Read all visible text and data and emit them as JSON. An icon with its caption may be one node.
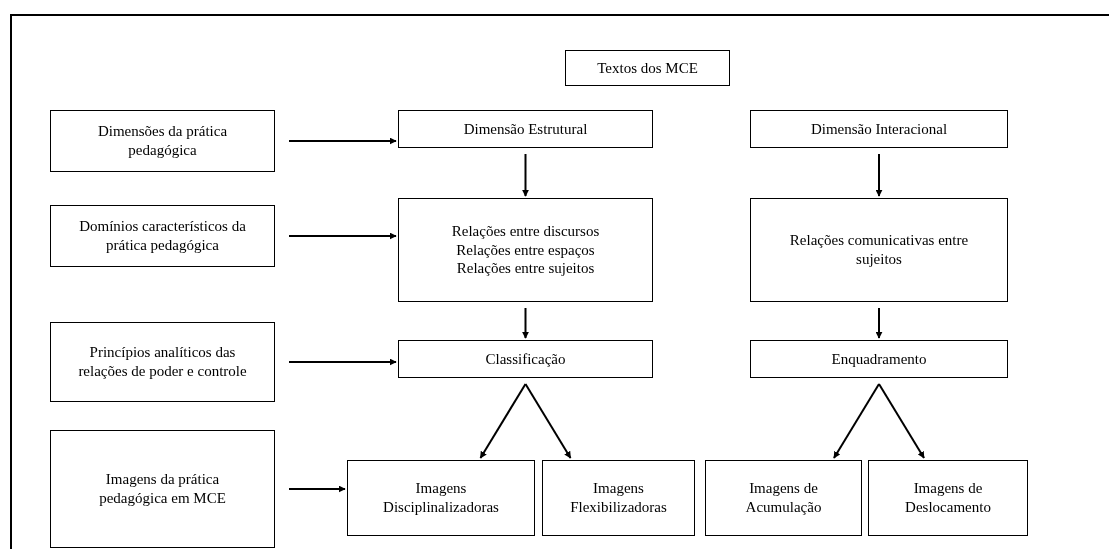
{
  "diagram": {
    "nodes": [
      {
        "text": [
          "Textos dos MCE"
        ]
      },
      {
        "text": [
          "Dimensões da prática pedagógica"
        ]
      },
      {
        "text": [
          "Dimensão Estrutural"
        ]
      },
      {
        "text": [
          "Dimensão Interacional"
        ]
      },
      {
        "text": [
          "Domínios característicos da prática pedagógica"
        ]
      },
      {
        "text": [
          "Relações entre discursos",
          "Relações entre espaços",
          "Relações entre sujeitos"
        ]
      },
      {
        "text": [
          "Relações comunicativas entre sujeitos"
        ]
      },
      {
        "text": [
          "Princípios analíticos das relações de poder e controle"
        ]
      },
      {
        "text": [
          "Classificação"
        ]
      },
      {
        "text": [
          "Enquadramento"
        ]
      },
      {
        "text": [
          "Imagens da prática pedagógica em MCE"
        ]
      },
      {
        "text": [
          "Imagens Disciplinalizadoras"
        ]
      },
      {
        "text": [
          "Imagens Flexibilizadoras"
        ]
      },
      {
        "text": [
          "Imagens de Acumulação"
        ]
      },
      {
        "text": [
          "Imagens de Deslocamento"
        ]
      }
    ],
    "edges": [
      {
        "from": 1,
        "to": 2,
        "arrow": "to"
      },
      {
        "from": 2,
        "to": 5,
        "arrow": "to"
      },
      {
        "from": 3,
        "to": 6,
        "arrow": "to"
      },
      {
        "from": 4,
        "to": 5,
        "arrow": "to"
      },
      {
        "from": 5,
        "to": 8,
        "arrow": "to"
      },
      {
        "from": 6,
        "to": 9,
        "arrow": "to"
      },
      {
        "from": 7,
        "to": 8,
        "arrow": "to"
      },
      {
        "from": 8,
        "to": 11,
        "arrow": "to"
      },
      {
        "from": 8,
        "to": 12,
        "arrow": "to"
      },
      {
        "from": 9,
        "to": 13,
        "arrow": "to"
      },
      {
        "from": 9,
        "to": 14,
        "arrow": "to"
      },
      {
        "from": 10,
        "to": 11,
        "arrow": "to"
      }
    ]
  }
}
